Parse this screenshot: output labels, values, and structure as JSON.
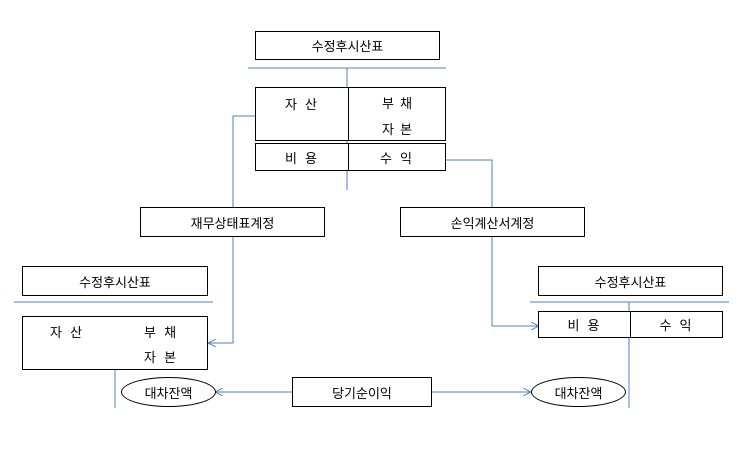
{
  "top": {
    "title": "수정후시산표",
    "asset": "자 산",
    "liability": "부 채",
    "equity": "자 본",
    "expense": "비 용",
    "revenue": "수 익"
  },
  "middle": {
    "bs_account": "재무상태표계정",
    "is_account": "손익계산서계정"
  },
  "left": {
    "title": "수정후시산표",
    "asset": "자 산",
    "liability": "부 채",
    "equity": "자 본",
    "balance": "대차잔액"
  },
  "right": {
    "title": "수정후시산표",
    "expense": "비 용",
    "revenue": "수 익",
    "balance": "대차잔액"
  },
  "bottom": {
    "net_income": "당기순이익"
  },
  "colors": {
    "line": "#000000",
    "arrow": "#4f81bd"
  }
}
